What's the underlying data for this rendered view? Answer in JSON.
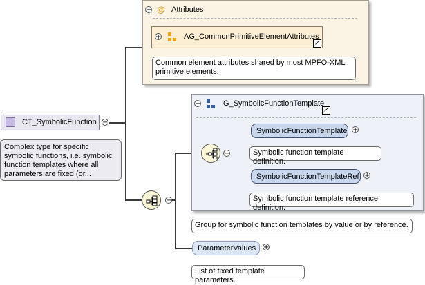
{
  "colors": {
    "attr_panel": "#fbf4e4",
    "group_panel": "#eef1f8",
    "element_node": "#c9d7ee",
    "accent_orange": "#f0a30a",
    "accent_blue": "#2f5f9e",
    "main_node": "#e8e6ef"
  },
  "complex_type": {
    "name": "CT_SymbolicFunction",
    "icon": "complex-type-icon",
    "documentation": "Complex type for specific symbolic functions, i.e. symbolic function templates where all parameters are fixed (or..."
  },
  "attributes": {
    "label": "Attributes",
    "symbol": "@",
    "group_ref": {
      "name": "AG_CommonPrimitiveElementAttributes",
      "icon": "attribute-group-icon",
      "documentation": "Common element attributes shared by most MPFO-XML primitive elements."
    }
  },
  "sequence": {
    "icon": "sequence-compositor-icon",
    "group": {
      "name": "G_SymbolicFunctionTemplate",
      "icon": "model-group-icon",
      "choice_icon": "choice-compositor-icon",
      "documentation": "Group for symbolic function templates by value or by reference.",
      "elements": [
        {
          "name": "SymbolicFunctionTemplate",
          "documentation": "Symbolic function template definition."
        },
        {
          "name": "SymbolicFunctionTemplateRef",
          "documentation": "Symbolic function template reference definition."
        }
      ]
    },
    "parameter_values": {
      "name": "ParameterValues",
      "documentation": "List of fixed template parameters."
    }
  },
  "symbols": {
    "collapse": "−",
    "expand": "+",
    "link": "↗"
  }
}
